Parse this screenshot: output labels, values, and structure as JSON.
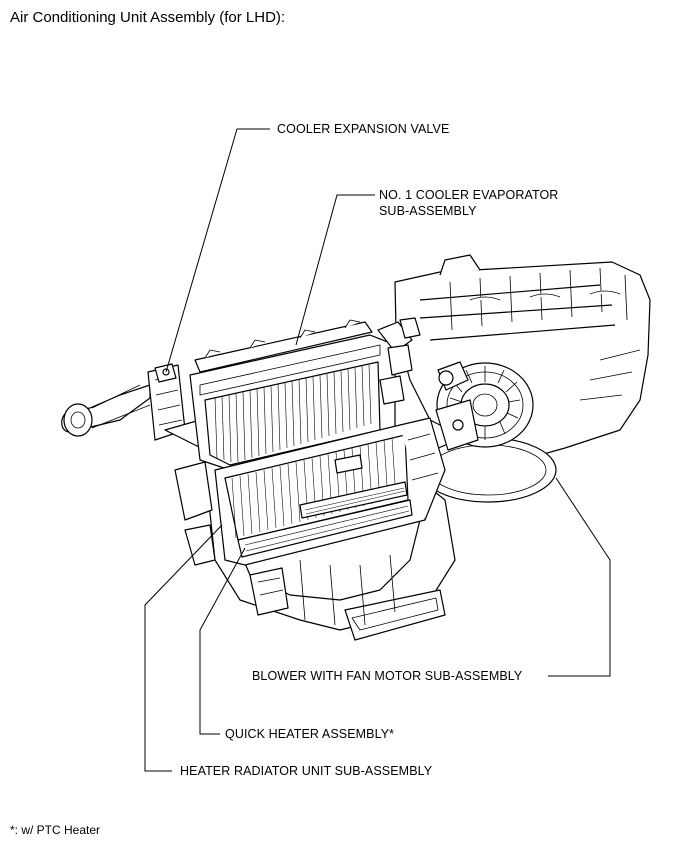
{
  "title": "Air Conditioning Unit Assembly (for LHD):",
  "labels": {
    "cooler_expansion_valve": "COOLER EXPANSION VALVE",
    "evaporator_line1": "NO. 1 COOLER EVAPORATOR",
    "evaporator_line2": "SUB-ASSEMBLY",
    "blower": "BLOWER WITH FAN MOTOR SUB-ASSEMBLY",
    "quick_heater": "QUICK HEATER ASSEMBLY*",
    "heater_radiator": "HEATER RADIATOR UNIT SUB-ASSEMBLY"
  },
  "footnote": "*: w/ PTC Heater"
}
